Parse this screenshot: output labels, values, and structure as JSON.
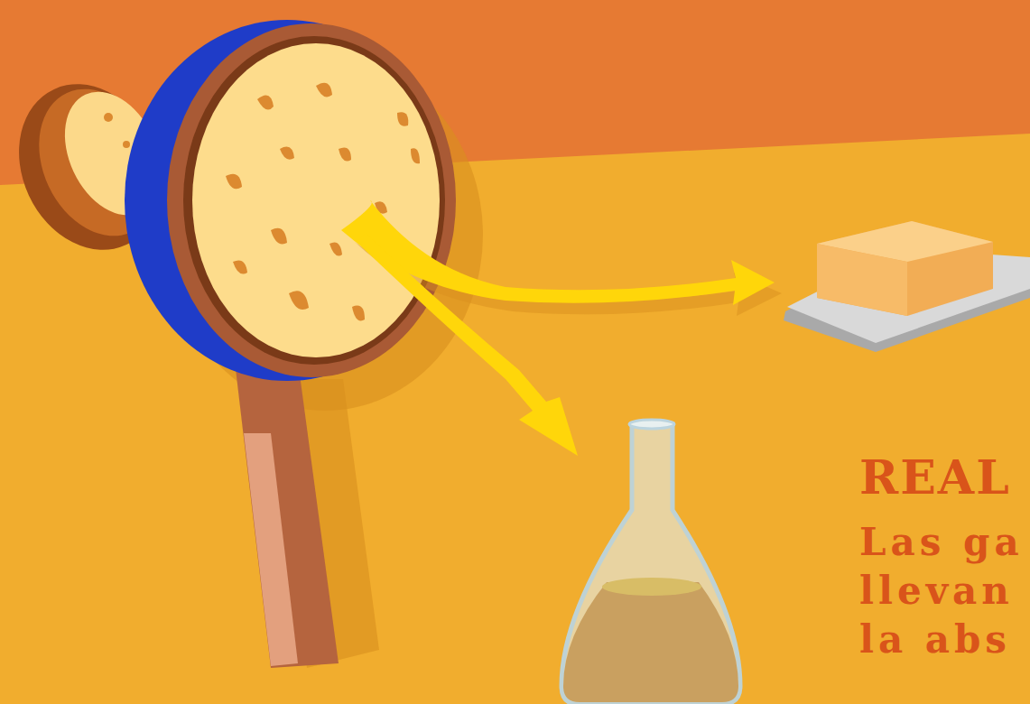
{
  "diagram": {
    "labels": [
      "REAL",
      "Las ga",
      "llevan",
      "la abs"
    ]
  }
}
